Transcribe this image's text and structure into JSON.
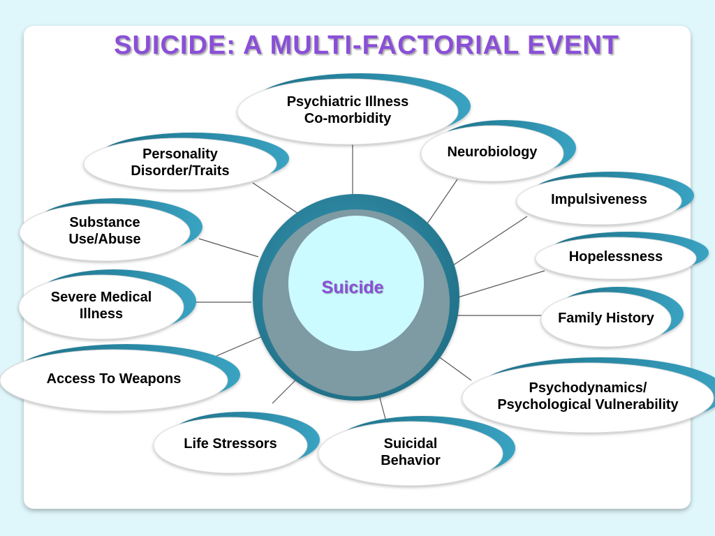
{
  "title": "SUICIDE:  A MULTI-FACTORIAL EVENT",
  "center": {
    "label": "Suicide"
  },
  "factors": [
    {
      "id": "psychiatric",
      "lines": [
        "Psychiatric Illness",
        "Co-morbidity"
      ]
    },
    {
      "id": "personality",
      "lines": [
        "Personality",
        "Disorder/Traits"
      ]
    },
    {
      "id": "neurobiology",
      "lines": [
        "Neurobiology"
      ]
    },
    {
      "id": "impulsiveness",
      "lines": [
        "Impulsiveness"
      ]
    },
    {
      "id": "substance",
      "lines": [
        "Substance",
        "Use/Abuse"
      ]
    },
    {
      "id": "hopelessness",
      "lines": [
        "Hopelessness"
      ]
    },
    {
      "id": "medical",
      "lines": [
        "Severe Medical",
        "Illness"
      ]
    },
    {
      "id": "family",
      "lines": [
        "Family History"
      ]
    },
    {
      "id": "weapons",
      "lines": [
        "Access To Weapons"
      ]
    },
    {
      "id": "psychodynamics",
      "lines": [
        "Psychodynamics/",
        "Psychological Vulnerability"
      ]
    },
    {
      "id": "stressors",
      "lines": [
        "Life Stressors"
      ]
    },
    {
      "id": "behavior",
      "lines": [
        "Suicidal",
        "Behavior"
      ]
    }
  ],
  "colors": {
    "title": "#8a4fd8",
    "accent_dark": "#1f6f86",
    "accent_light": "#3aa3c2",
    "ring_grey": "#7e9aa2",
    "hub_fill": "#ccfbff",
    "connector": "#555555"
  }
}
